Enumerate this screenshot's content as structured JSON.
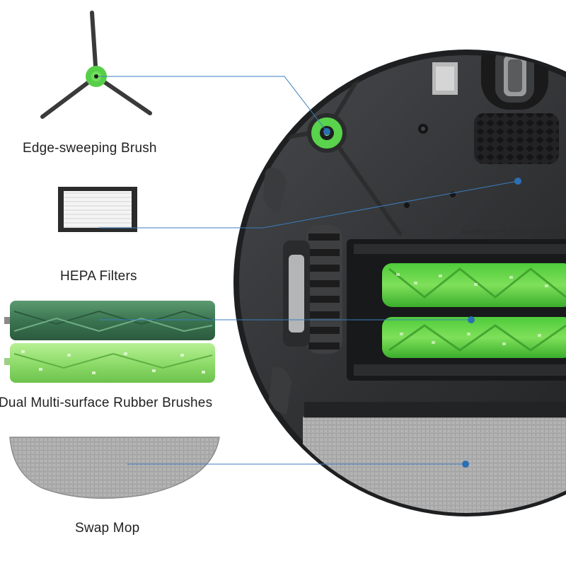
{
  "labels": {
    "edge_brush": "Edge-sweeping Brush",
    "hepa": "HEPA Filters",
    "rubber_brushes": "Dual Multi-surface Rubber Brushes",
    "mop": "Swap Mop"
  },
  "robot": {
    "brand_text": "AeroForce™",
    "brand_sub": "| CLEANING SYSTE"
  },
  "colors": {
    "callout_line": "#3a7ebf",
    "callout_dot": "#2b6fb5",
    "robot_body": "#2e2f31",
    "brush_green": "#5fd35a",
    "roller_dark": "#3e7a55",
    "roller_light": "#9be37a",
    "mop_grey": "#a9a9a9"
  }
}
